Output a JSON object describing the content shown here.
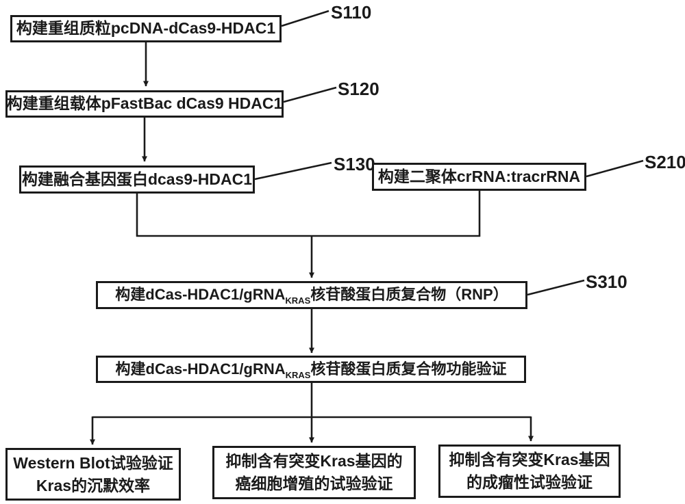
{
  "figure": {
    "title_hint": "dCas9-HDAC1 RNP construction flowchart",
    "colors": {
      "line": "#1a1a1a",
      "text": "#1a1a1a",
      "background": "#ffffff"
    },
    "boxes": [
      {
        "id": "S110",
        "text": "构建重组质粒pcDNA-dCas9-HDAC1"
      },
      {
        "id": "S120",
        "text": "构建重组载体pFastBac dCas9 HDAC1"
      },
      {
        "id": "S130",
        "text": "构建融合基因蛋白dcas9-HDAC1"
      },
      {
        "id": "S210",
        "text": "构建二聚体crRNA:tracrRNA"
      },
      {
        "id": "S310",
        "pre": "构建dCas-HDAC1/gRNA",
        "sub": "KRAS",
        "post": "核苷酸蛋白质复合物（RNP）"
      },
      {
        "id": "func-validation",
        "pre": "构建dCas-HDAC1/gRNA",
        "sub": "KRAS",
        "post": "核苷酸蛋白质复合物功能验证"
      },
      {
        "id": "western-blot",
        "line1": "Western Blot试验验证",
        "line2": "Kras的沉默效率"
      },
      {
        "id": "proliferation",
        "line1": "抑制含有突变Kras基因的",
        "line2": "癌细胞增殖的试验验证"
      },
      {
        "id": "tumorigenicity",
        "line1": "抑制含有突变Kras基因",
        "line2": "的成瘤性试验验证"
      }
    ],
    "step_labels": {
      "s110": "S110",
      "s120": "S120",
      "s130": "S130",
      "s210": "S210",
      "s310": "S310"
    }
  }
}
